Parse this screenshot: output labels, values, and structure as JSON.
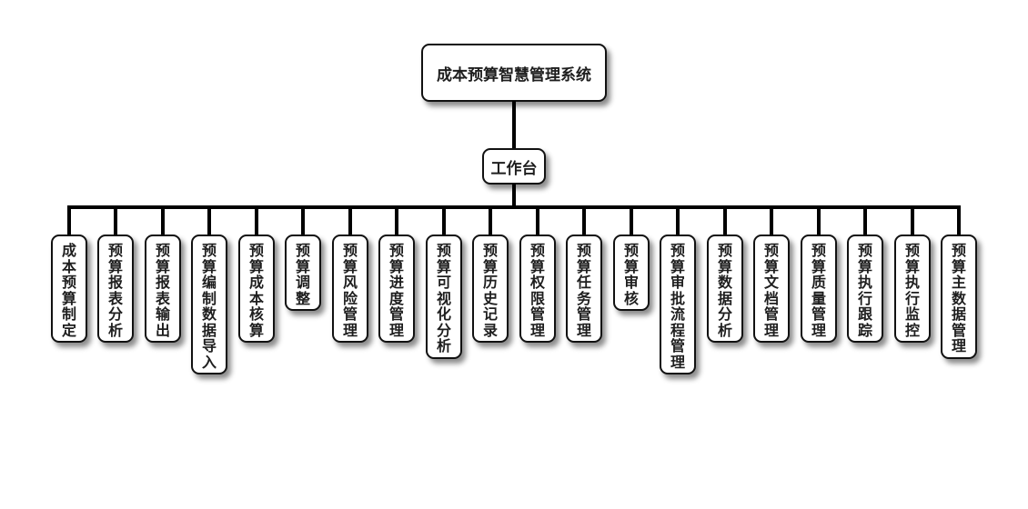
{
  "diagram": {
    "type": "org-tree",
    "root": {
      "label": "成本预算智慧管理系统"
    },
    "hub": {
      "label": "工作台"
    },
    "children": [
      {
        "label": "成本预算制定"
      },
      {
        "label": "预算报表分析"
      },
      {
        "label": "预算报表输出"
      },
      {
        "label": "预算编制数据导入"
      },
      {
        "label": "预算成本核算"
      },
      {
        "label": "预算调整"
      },
      {
        "label": "预算风险管理"
      },
      {
        "label": "预算进度管理"
      },
      {
        "label": "预算可视化分析"
      },
      {
        "label": "预算历史记录"
      },
      {
        "label": "预算权限管理"
      },
      {
        "label": "预算任务管理"
      },
      {
        "label": "预算审核"
      },
      {
        "label": "预算审批流程管理"
      },
      {
        "label": "预算数据分析"
      },
      {
        "label": "预算文档管理"
      },
      {
        "label": "预算质量管理"
      },
      {
        "label": "预算执行跟踪"
      },
      {
        "label": "预算执行监控"
      },
      {
        "label": "预算主数据管理"
      }
    ]
  }
}
